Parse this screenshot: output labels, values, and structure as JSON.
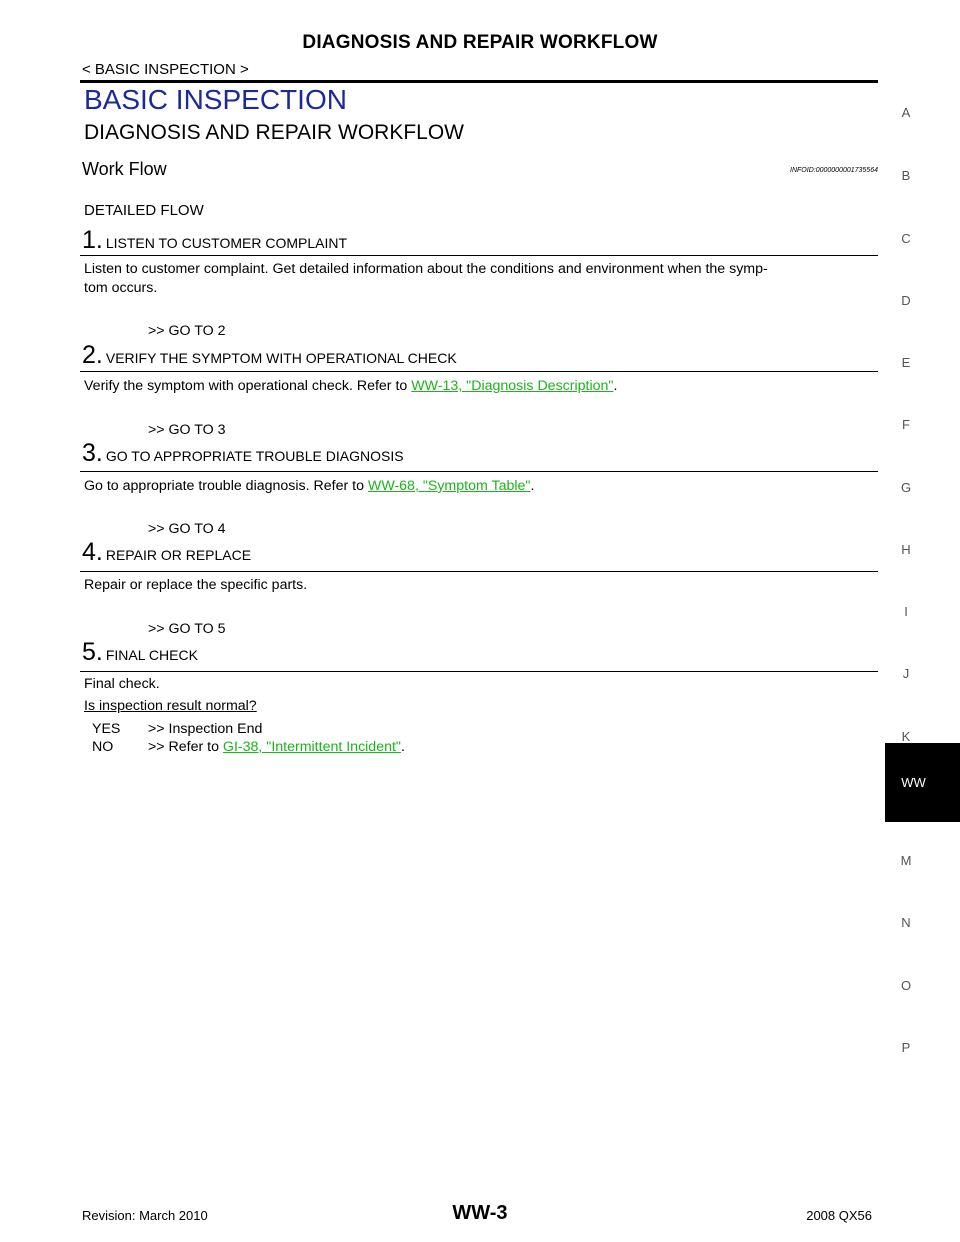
{
  "header": {
    "title": "DIAGNOSIS AND REPAIR WORKFLOW",
    "breadcrumb": "< BASIC INSPECTION >"
  },
  "section": {
    "title": "BASIC INSPECTION",
    "subtitle": "DIAGNOSIS AND REPAIR WORKFLOW",
    "work_flow": "Work Flow",
    "infoid": "INFOID:0000000001735564",
    "detailed_flow": "DETAILED FLOW"
  },
  "steps": [
    {
      "num": "1.",
      "heading": "LISTEN TO CUSTOMER COMPLAINT",
      "body_line1": "Listen to customer complaint. Get detailed information about the conditions and environment when the symp-",
      "body_line2": "tom occurs.",
      "goto": ">> GO TO 2"
    },
    {
      "num": "2.",
      "heading": "VERIFY THE SYMPTOM WITH OPERATIONAL CHECK",
      "body_prefix": "Verify the symptom with operational check. Refer to ",
      "link": "WW-13, \"Diagnosis Description\"",
      "body_suffix": ".",
      "goto": ">> GO TO 3"
    },
    {
      "num": "3.",
      "heading": "GO TO APPROPRIATE TROUBLE DIAGNOSIS",
      "body_prefix": "Go to appropriate trouble diagnosis. Refer to ",
      "link": "WW-68, \"Symptom Table\"",
      "body_suffix": ".",
      "goto": ">> GO TO 4"
    },
    {
      "num": "4.",
      "heading": "REPAIR OR REPLACE",
      "body": "Repair or replace the specific parts.",
      "goto": ">> GO TO 5"
    },
    {
      "num": "5.",
      "heading": "FINAL CHECK",
      "body": "Final check.",
      "question": "Is inspection result normal?",
      "yes_label": "YES",
      "yes_text": ">> Inspection End",
      "no_label": "NO",
      "no_prefix": ">> Refer to ",
      "no_link": "GI-38, \"Intermittent Incident\"",
      "no_suffix": "."
    }
  ],
  "side_tabs": [
    "A",
    "B",
    "C",
    "D",
    "E",
    "F",
    "G",
    "H",
    "I",
    "J",
    "K",
    "M",
    "N",
    "O",
    "P"
  ],
  "active_tab": "WW",
  "footer": {
    "revision": "Revision: March 2010",
    "page": "WW-3",
    "model": "2008 QX56"
  },
  "colors": {
    "section_title": "#1a2a9c",
    "link": "#1bb51b",
    "active_tab_bg": "#000000"
  }
}
